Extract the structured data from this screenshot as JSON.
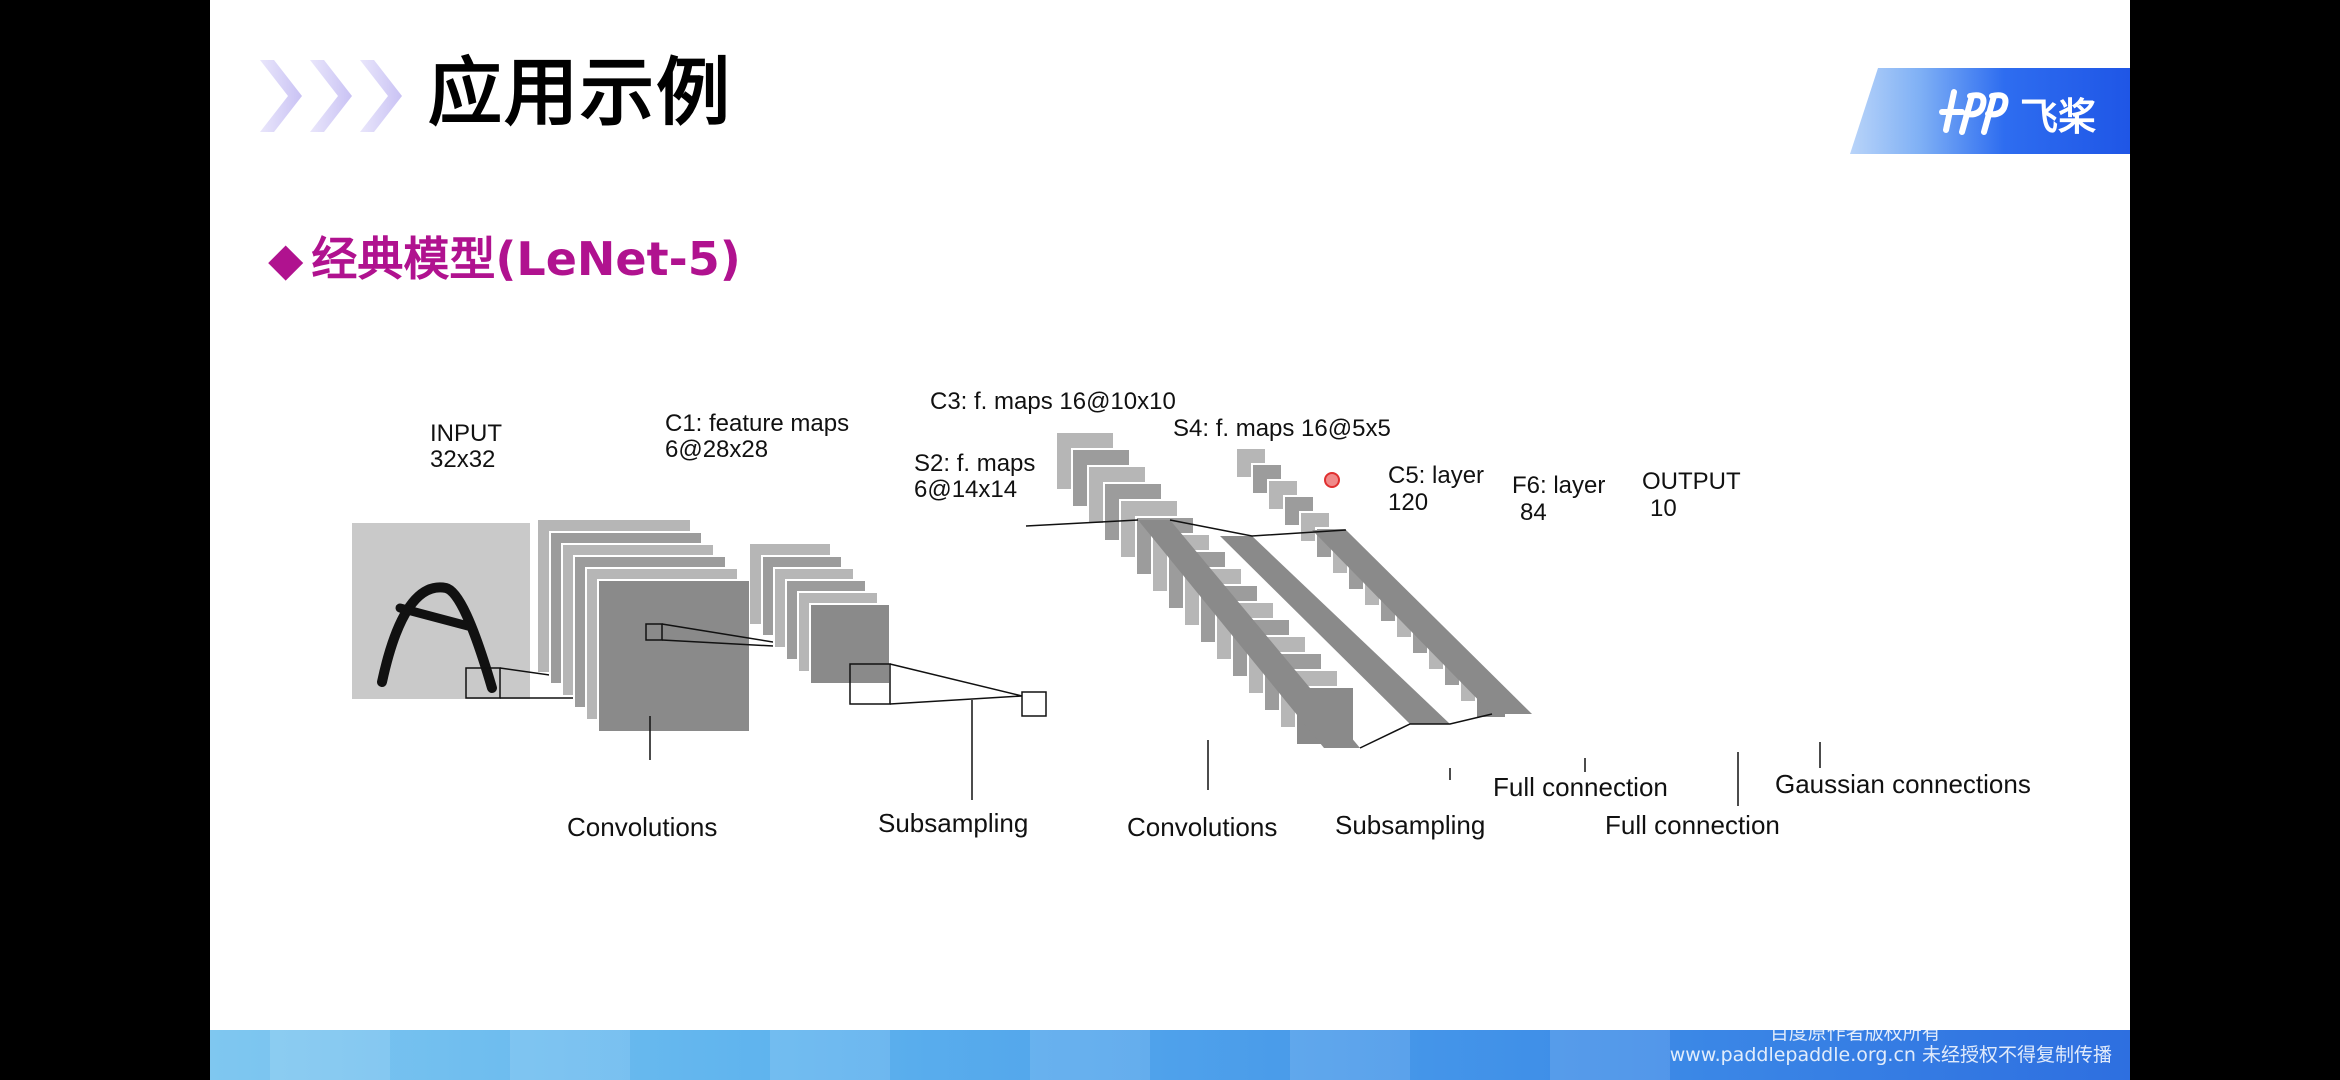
{
  "slide": {
    "title": "应用示例",
    "subtitle": "经典模型(LeNet-5)",
    "subtitle_bullet": "◆",
    "logo_text": "飞桨",
    "footer_url": "www.paddlepaddle.org.cn",
    "footer_copyright_1": "百度原作者版权所有",
    "footer_copyright_2": "未经授权不得复制传播"
  },
  "diagram": {
    "input_label": "INPUT",
    "input_size": "32x32",
    "c1_label": "C1: feature maps",
    "c1_size": "6@28x28",
    "s2_label": "S2: f. maps",
    "s2_size": "6@14x14",
    "c3_label": "C3: f. maps 16@10x10",
    "s4_label": "S4: f. maps 16@5x5",
    "c5_label": "C5: layer",
    "c5_size": "120",
    "f6_label": "F6: layer",
    "f6_size": "84",
    "output_label": "OUTPUT",
    "output_size": "10",
    "op_convolutions_1": "Convolutions",
    "op_subsampling_1": "Subsampling",
    "op_convolutions_2": "Convolutions",
    "op_subsampling_2": "Subsampling",
    "op_full_connection_1": "Full connection",
    "op_full_connection_2": "Full connection",
    "op_gaussian": "Gaussian connections"
  },
  "colors": {
    "title": "#000000",
    "subtitle": "#b0128f",
    "accent_blue": "#1f56e6"
  }
}
